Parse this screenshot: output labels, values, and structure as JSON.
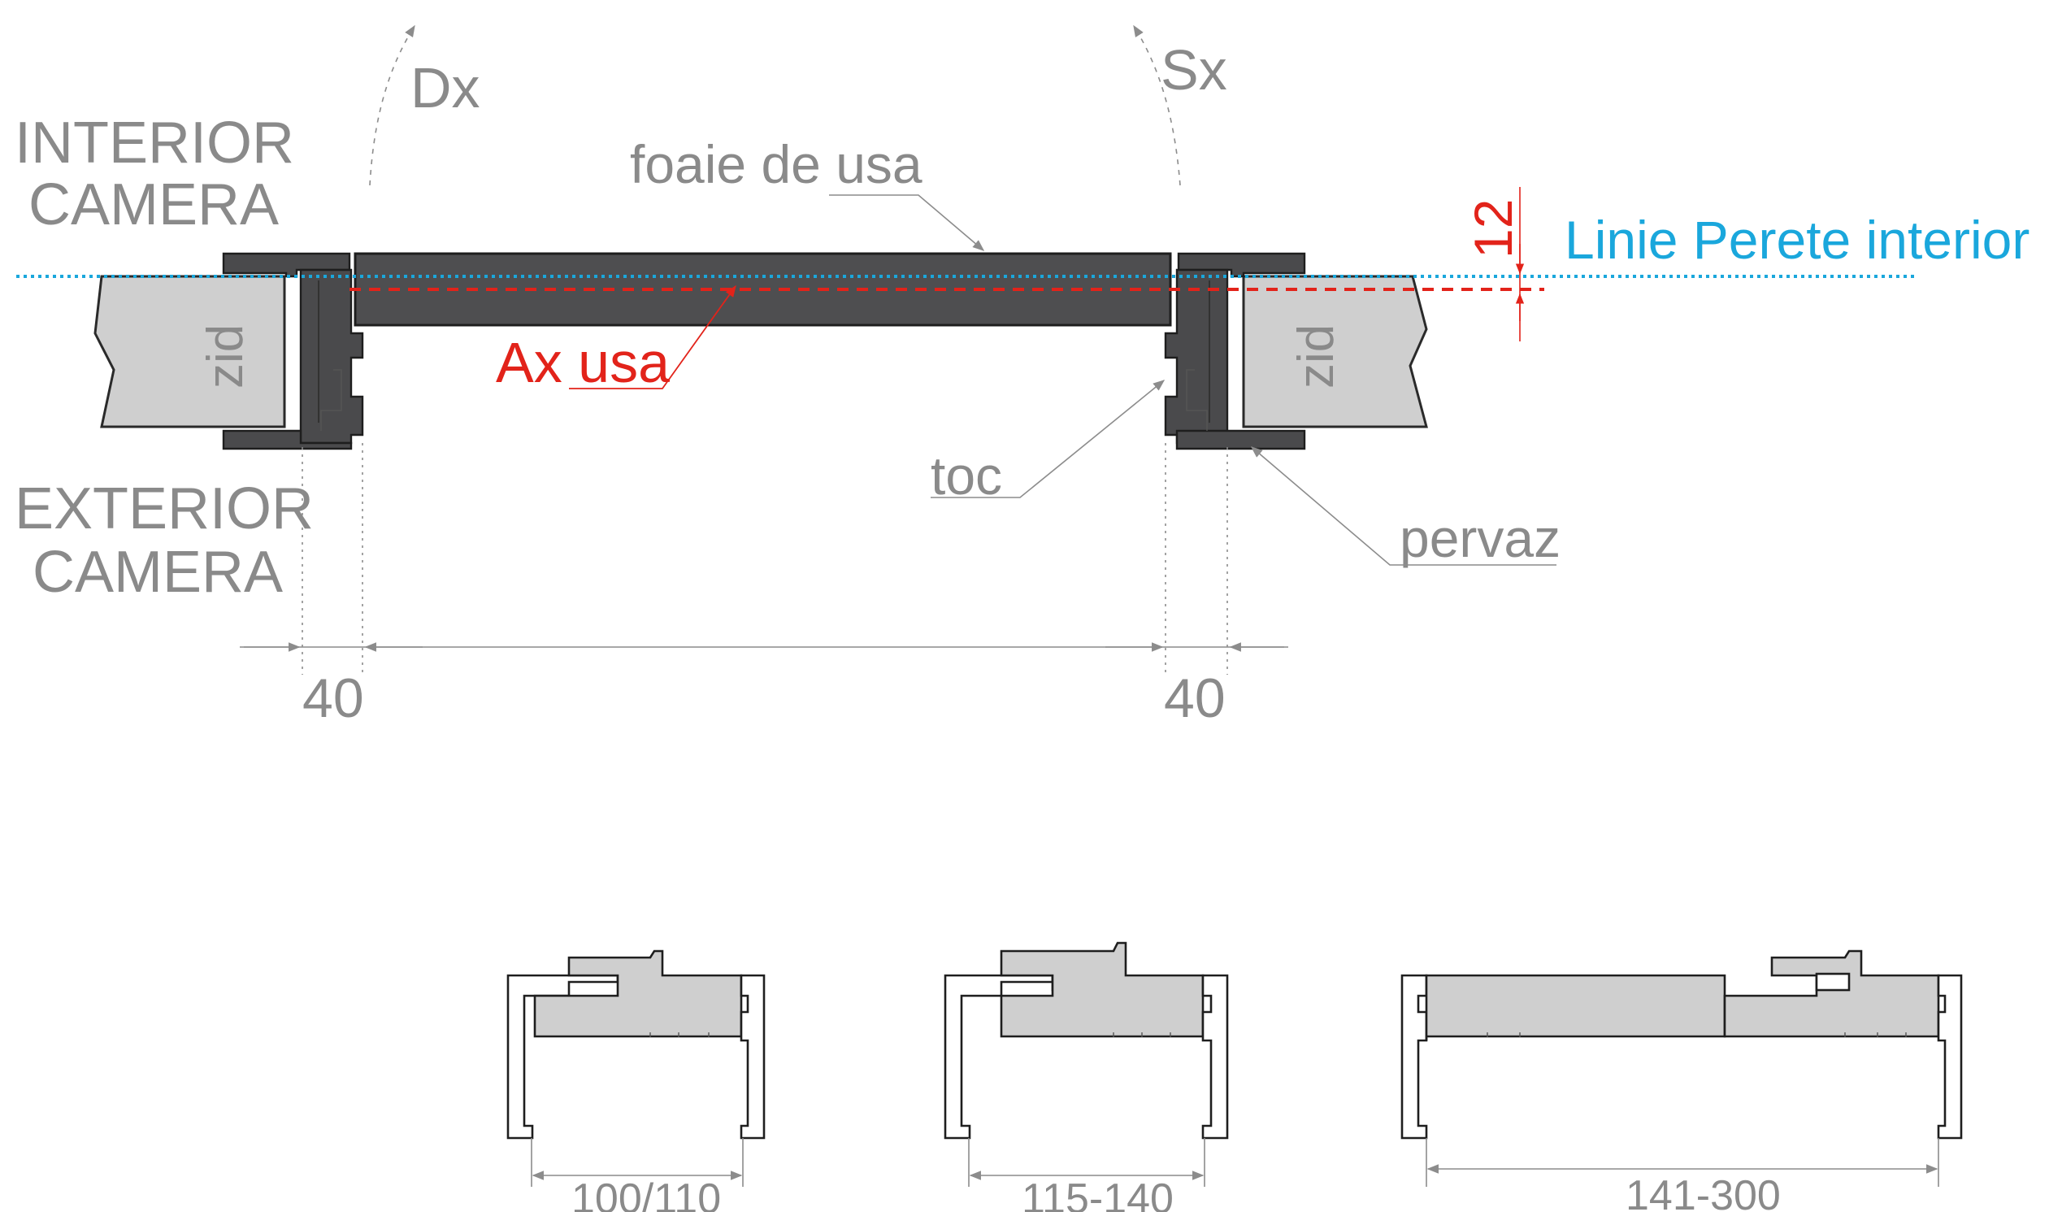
{
  "labels": {
    "interior_line1": "INTERIOR",
    "interior_line2": "CAMERA",
    "exterior_line1": "EXTERIOR",
    "exterior_line2": "CAMERA",
    "dx": "Dx",
    "sx": "Sx",
    "door_leaf": "foaie de usa",
    "door_axis": "Ax usa",
    "wall_left": "zid",
    "wall_right": "zid",
    "frame": "toc",
    "casing": "pervaz",
    "interior_wall_line": "Linie Perete interior",
    "offset": "12",
    "dim_left": "40",
    "dim_right": "40"
  },
  "profiles": [
    {
      "range": "100/110"
    },
    {
      "range": "115-140"
    },
    {
      "range": "141-300"
    }
  ],
  "colors": {
    "frame": "#4a4a4c",
    "wall": "#cfcfcf",
    "axis_red": "#e2231a",
    "wall_line_blue": "#1aa7dc",
    "label_grey": "#8a8a8a"
  }
}
